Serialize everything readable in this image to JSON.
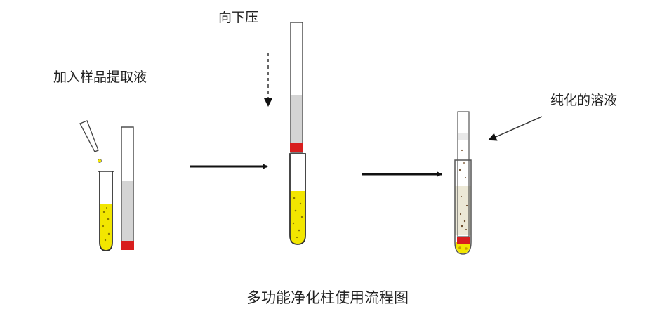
{
  "labels": {
    "add_sample": "加入样品提取液",
    "press_down": "向下压",
    "purified": "纯化的溶液"
  },
  "caption": "多功能净化柱使用流程图",
  "colors": {
    "sample_yellow": "#f2e600",
    "filter_red": "#d81e1e",
    "column_gray": "#d4d4d4",
    "purified_liquid": "#ece8d6",
    "outline": "#333333"
  }
}
